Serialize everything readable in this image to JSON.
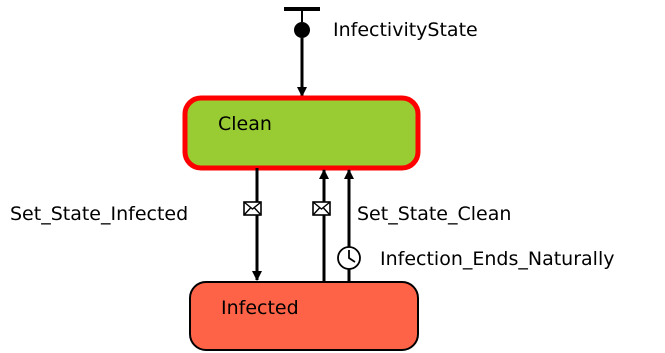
{
  "statechart": {
    "name": "InfectivityState"
  },
  "states": {
    "clean": {
      "label": "Clean",
      "fill": "#99cc33",
      "border": "#ff0000"
    },
    "infected": {
      "label": "Infected",
      "fill": "#ff6347",
      "border": "#000000"
    }
  },
  "transitions": {
    "set_state_infected": {
      "label": "Set_State_Infected",
      "trigger_icon": "envelope-icon"
    },
    "set_state_clean": {
      "label": "Set_State_Clean",
      "trigger_icon": "envelope-icon"
    },
    "infection_ends_naturally": {
      "label": "Infection_Ends_Naturally",
      "trigger_icon": "clock-icon"
    }
  }
}
